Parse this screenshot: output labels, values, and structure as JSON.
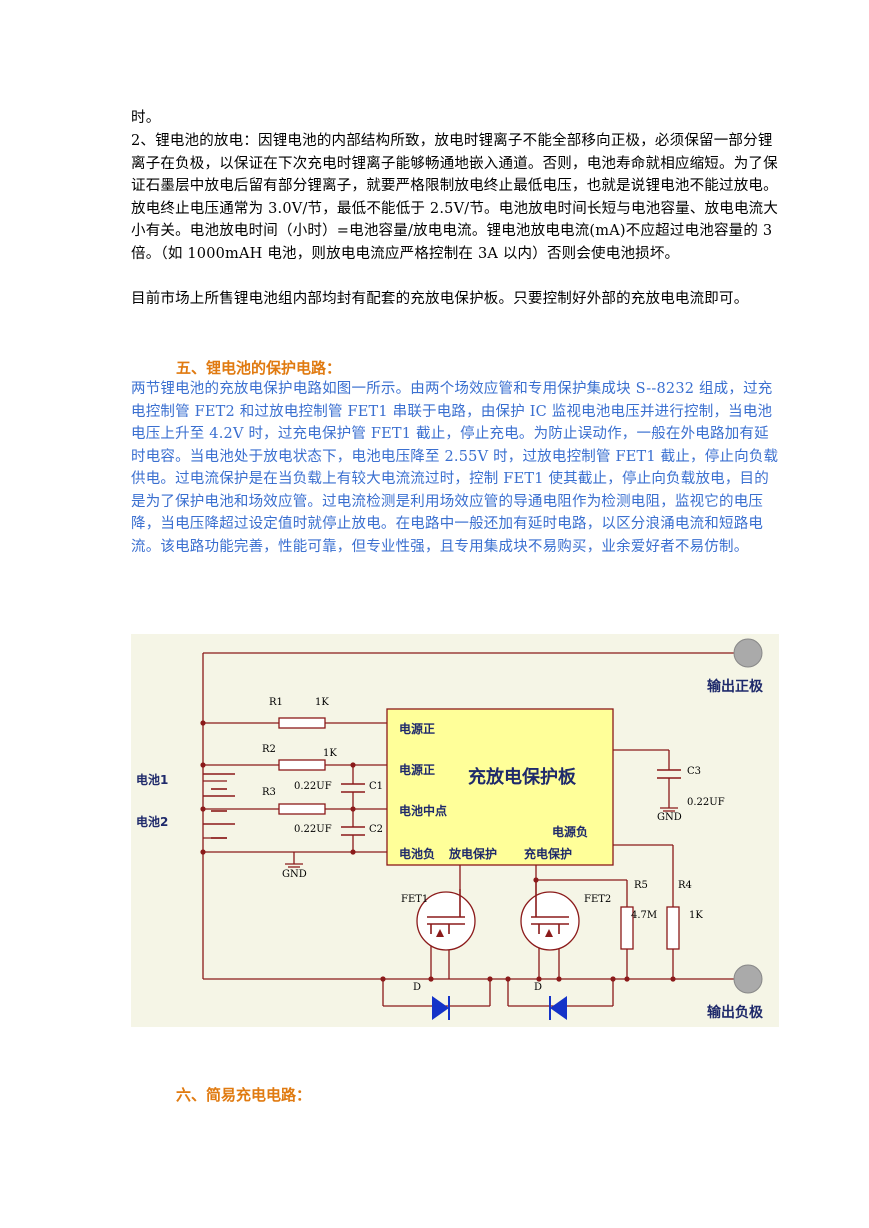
{
  "text": {
    "p0": "时。",
    "p1": "2、锂电池的放电：因锂电池的内部结构所致，放电时锂离子不能全部移向正极，必须保留一部分锂离子在负极，以保证在下次充电时锂离子能够畅通地嵌入通道。否则，电池寿命就相应缩短。为了保证石墨层中放电后留有部分锂离子，就要严格限制放电终止最低电压，也就是说锂电池不能过放电。放电终止电压通常为 3.0V/节，最低不能低于 2.5V/节。电池放电时间长短与电池容量、放电电流大小有关。电池放电时间（小时）=电池容量/放电电流。锂电池放电电流(mA)不应超过电池容量的 3 倍。（如 1000mAH 电池，则放电电流应严格控制在 3A 以内）否则会使电池损坏。",
    "p2": "目前市场上所售锂电池组内部均封有配套的充放电保护板。只要控制好外部的充放电电流即可。",
    "heading5": "五、锂电池的保护电路：",
    "p3": "两节锂电池的充放电保护电路如图一所示。由两个场效应管和专用保护集成块 S--8232 组成，过充电控制管 FET2 和过放电控制管 FET1 串联于电路，由保护 IC 监视电池电压并进行控制，当电池电压上升至 4.2V 时，过充电保护管 FET1 截止，停止充电。为防止误动作，一般在外电路加有延时电容。当电池处于放电状态下，电池电压降至 2.55V 时，过放电控制管 FET1 截止，停止向负载供电。过电流保护是在当负载上有较大电流流过时，控制 FET1 使其截止，停止向负载放电，目的是为了保护电池和场效应管。过电流检测是利用场效应管的导通电阻作为检测电阻，监视它的电压降，当电压降超过设定值时就停止放电。在电路中一般还加有延时电路，以区分浪涌电流和短路电流。该电路功能完善，性能可靠，但专业性强，且专用集成块不易购买，业余爱好者不易仿制。",
    "heading6": "六、简易充电电路："
  },
  "circuit": {
    "board_title": "充放电保护板",
    "pins": {
      "pwr_pos1": "电源正",
      "pwr_pos2": "电源正",
      "mid": "电池中点",
      "bat_neg": "电池负",
      "pwr_neg": "电源负",
      "dis_prot": "放电保护",
      "chg_prot": "充电保护"
    },
    "terminals": {
      "out_pos": "输出正极",
      "out_neg": "输出负极"
    },
    "batteries": {
      "b1": "电池1",
      "b2": "电池2"
    },
    "components": {
      "r1": "R1",
      "r1_val": "1K",
      "r2": "R2",
      "r2_val": "1K",
      "r3": "R3",
      "c1": "C1",
      "c1_val": "0.22UF",
      "c2": "C2",
      "c2_val": "0.22UF",
      "c3": "C3",
      "c3_val": "0.22UF",
      "r4": "R4",
      "r4_val": "1K",
      "r5": "R5",
      "r5_val": "4.7M",
      "fet1": "FET1",
      "fet2": "FET2",
      "d1": "D",
      "d2": "D",
      "gnd1": "GND",
      "gnd2": "GND"
    },
    "colors": {
      "background": "#f5f5e6",
      "board": "#ffff99",
      "wire": "#8b1a1a",
      "label": "#1f2a6b",
      "diode": "#1533c8",
      "terminal": "#aaaaaa"
    }
  }
}
